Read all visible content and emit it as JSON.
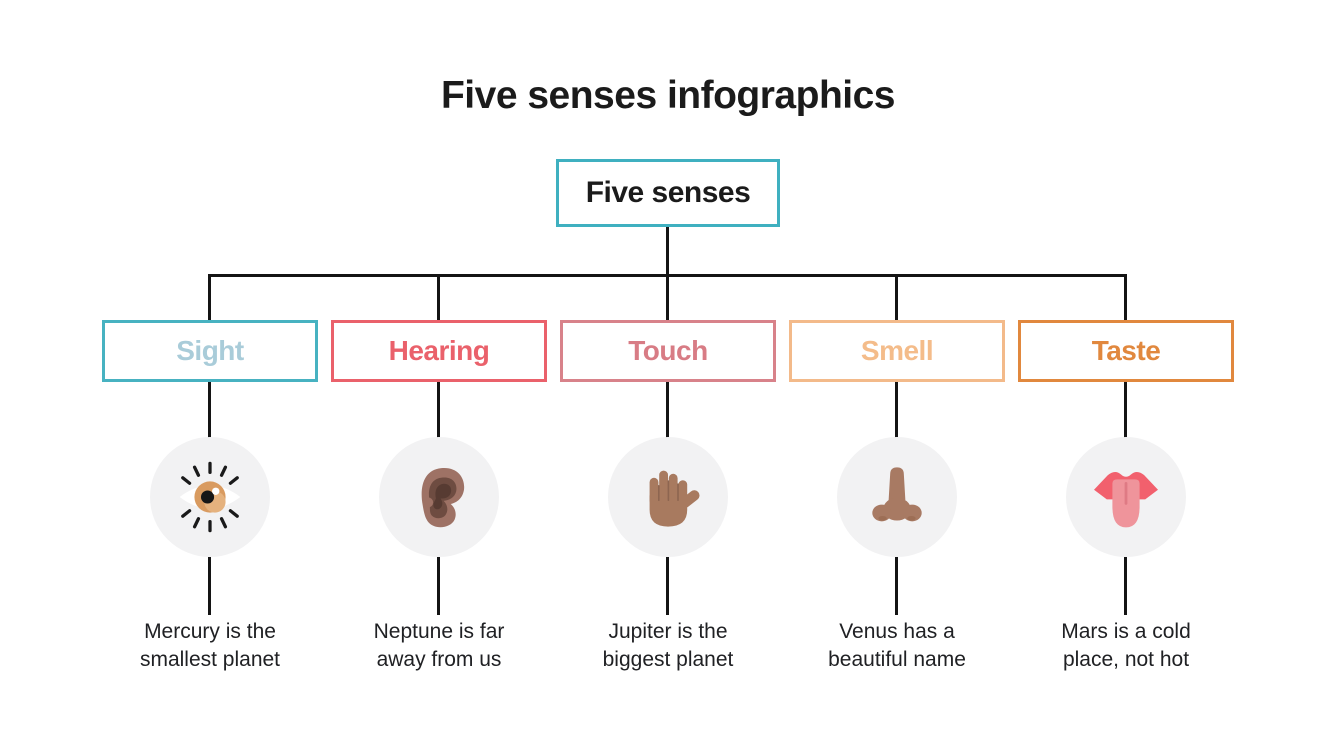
{
  "page": {
    "title": "Five senses infographics",
    "background": "#ffffff"
  },
  "colors": {
    "connector": "#141414",
    "circle_bg": "#f2f2f3",
    "title_text": "#1b1b1b",
    "caption_text": "#202124"
  },
  "root_node": {
    "label": "Five senses",
    "border_color": "#3fb0c0",
    "text_color": "#1b1b1b"
  },
  "senses": [
    {
      "id": "sight",
      "label": "Sight",
      "border_color": "#47b2c1",
      "text_color": "#a9ccd9",
      "icon": "eye-icon",
      "caption": "Mercury is the\nsmallest planet"
    },
    {
      "id": "hearing",
      "label": "Hearing",
      "border_color": "#ea616b",
      "text_color": "#ea616b",
      "icon": "ear-icon",
      "caption": "Neptune is far\naway from us"
    },
    {
      "id": "touch",
      "label": "Touch",
      "border_color": "#d8828a",
      "text_color": "#d87c85",
      "icon": "hand-icon",
      "caption": "Jupiter is the\nbiggest planet"
    },
    {
      "id": "smell",
      "label": "Smell",
      "border_color": "#f3ba8a",
      "text_color": "#f4bc8a",
      "icon": "nose-icon",
      "caption": "Venus has a\nbeautiful name"
    },
    {
      "id": "taste",
      "label": "Taste",
      "border_color": "#e1883e",
      "text_color": "#e1883e",
      "icon": "tongue-icon",
      "caption": "Mars is a cold\nplace, not hot"
    }
  ]
}
